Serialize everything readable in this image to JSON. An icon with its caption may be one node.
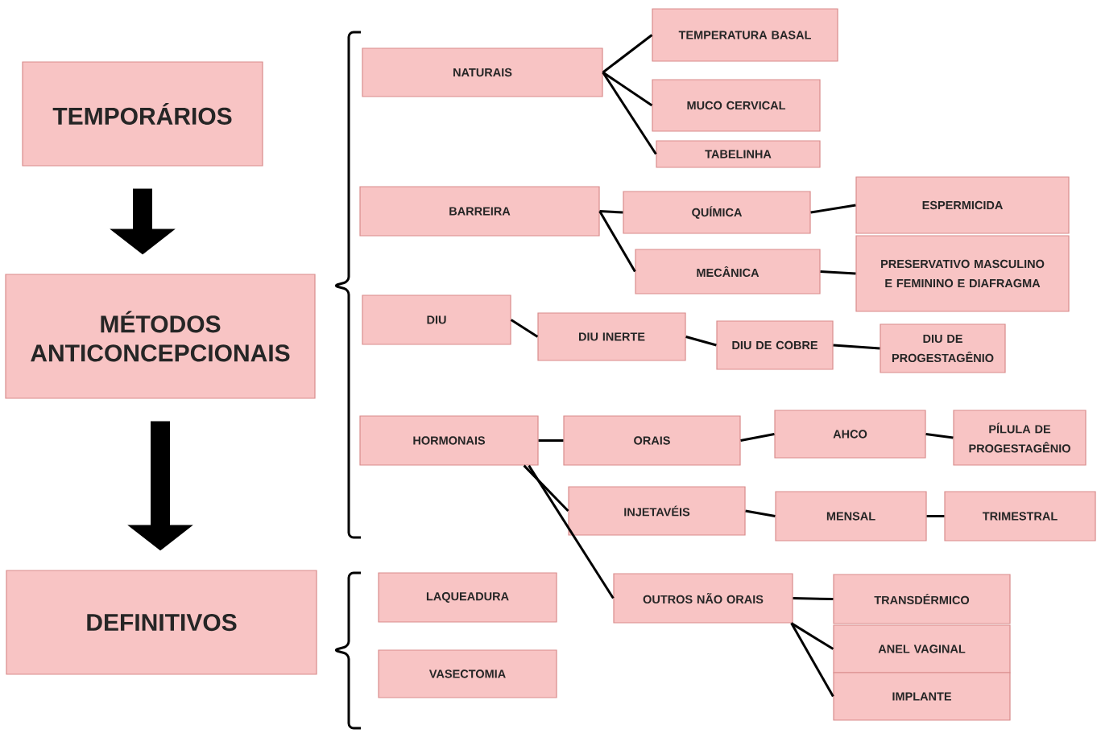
{
  "diagram": {
    "nodes": [
      {
        "text": [
          "TEMPORÁRIOS"
        ]
      },
      {
        "text": [
          "MÉTODOS ANTICONCEPCIONAIS"
        ]
      },
      {
        "text": [
          "DEFINITIVOS"
        ]
      },
      {
        "text": [
          "NATURAIS"
        ]
      },
      {
        "text": [
          "TEMPERATURA BASAL"
        ]
      },
      {
        "text": [
          "MUCO CERVICAL"
        ]
      },
      {
        "text": [
          "TABELINHA"
        ]
      },
      {
        "text": [
          "BARREIRA"
        ]
      },
      {
        "text": [
          "QUÍMICA"
        ]
      },
      {
        "text": [
          "ESPERMICIDA"
        ]
      },
      {
        "text": [
          "MECÂNICA"
        ]
      },
      {
        "text": [
          "PRESERVATIVO MASCULINO E FEMININO E DIAFRAGMA"
        ]
      },
      {
        "text": [
          "DIU"
        ]
      },
      {
        "text": [
          "DIU INERTE"
        ]
      },
      {
        "text": [
          "DIU DE COBRE"
        ]
      },
      {
        "text": [
          "DIU DE PROGESTAGÊNIO"
        ]
      },
      {
        "text": [
          "HORMONAIS"
        ]
      },
      {
        "text": [
          "ORAIS"
        ]
      },
      {
        "text": [
          "AHCO"
        ]
      },
      {
        "text": [
          "PÍLULA DE PROGESTAGÊNIO"
        ]
      },
      {
        "text": [
          "INJETAVÉIS"
        ]
      },
      {
        "text": [
          "MENSAL"
        ]
      },
      {
        "text": [
          "TRIMESTRAL"
        ]
      },
      {
        "text": [
          "OUTROS NÃO ORAIS"
        ]
      },
      {
        "text": [
          "TRANSDÉRMICO"
        ]
      },
      {
        "text": [
          "ANEL VAGINAL"
        ]
      },
      {
        "text": [
          "IMPLANTE"
        ]
      },
      {
        "text": [
          "LAQUEADURA"
        ]
      },
      {
        "text": [
          "VASECTOMIA"
        ]
      }
    ],
    "edges": [
      {
        "from": 0,
        "to": 1,
        "arrow": "to",
        "style": "thick"
      },
      {
        "from": 1,
        "to": 2,
        "arrow": "to",
        "style": "thick"
      },
      {
        "from": 3,
        "to": 4,
        "arrow": "none"
      },
      {
        "from": 3,
        "to": 5,
        "arrow": "none"
      },
      {
        "from": 3,
        "to": 6,
        "arrow": "none"
      },
      {
        "from": 7,
        "to": 8,
        "arrow": "none"
      },
      {
        "from": 8,
        "to": 9,
        "arrow": "none"
      },
      {
        "from": 7,
        "to": 10,
        "arrow": "none"
      },
      {
        "from": 10,
        "to": 11,
        "arrow": "none"
      },
      {
        "from": 12,
        "to": 13,
        "arrow": "none"
      },
      {
        "from": 13,
        "to": 14,
        "arrow": "none"
      },
      {
        "from": 14,
        "to": 15,
        "arrow": "none"
      },
      {
        "from": 16,
        "to": 17,
        "arrow": "none"
      },
      {
        "from": 17,
        "to": 18,
        "arrow": "none"
      },
      {
        "from": 18,
        "to": 19,
        "arrow": "none"
      },
      {
        "from": 16,
        "to": 20,
        "arrow": "none"
      },
      {
        "from": 16,
        "to": 23,
        "arrow": "none"
      },
      {
        "from": 20,
        "to": 21,
        "arrow": "none"
      },
      {
        "from": 21,
        "to": 22,
        "arrow": "none"
      },
      {
        "from": 23,
        "to": 24,
        "arrow": "none"
      },
      {
        "from": 23,
        "to": 25,
        "arrow": "none"
      },
      {
        "from": 23,
        "to": 26,
        "arrow": "none"
      }
    ]
  }
}
